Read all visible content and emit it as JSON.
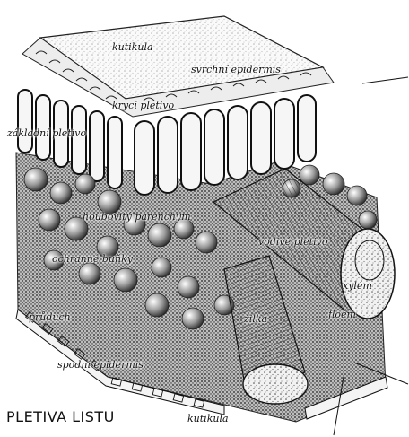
{
  "title": "PLETIVA LISTU",
  "labels": {
    "kutikula_top": "kutikula",
    "upper_epidermis": "svrchní epidermis",
    "covering_tissue": "krycí pletivo",
    "ground_tissue": "základní pletivo",
    "spongy_parenchyma": "houbovitý parenchym",
    "guard_cells": "ochranné buňky",
    "vascular_tissue": "vodivé pletivo",
    "xylem": "xylém",
    "phloem": "floém",
    "stoma": "průduch",
    "vein": "žilka",
    "lower_epidermis": "spodní epidermis",
    "kutikula_bottom": "kutikula"
  },
  "colors": {
    "ink": "#111111",
    "paper": "#ffffff",
    "stipple": "#6b6b6b"
  }
}
